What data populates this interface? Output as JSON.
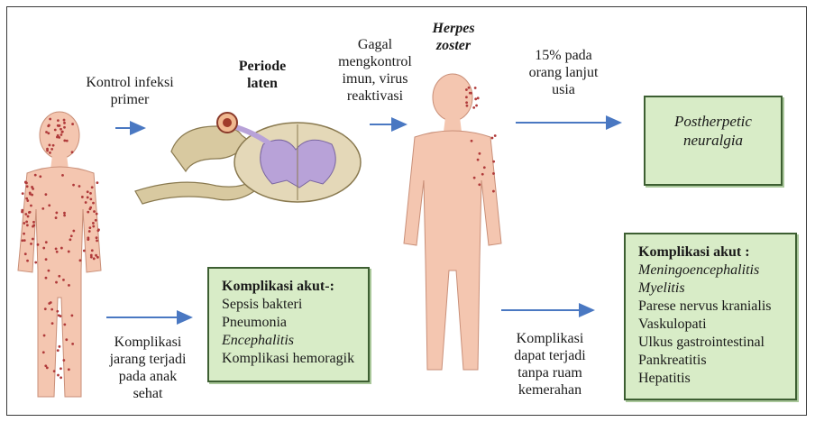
{
  "labels": {
    "primary_control": "Kontrol infeksi primer",
    "latent_period": "Periode laten",
    "reactivation": "Gagal mengkontrol imun, virus reaktivasi",
    "herpes_zoster": "Herpes zoster",
    "elderly": "15% pada orang lanjut usia",
    "rare_complications": "Komplikasi jarang terjadi pada anak sehat",
    "no_rash_complications": "Komplikasi dapat terjadi tanpa ruam kemerahan"
  },
  "boxes": {
    "postherpetic": "Postherpetic neuralgia",
    "primary_complications": {
      "title": "Komplikasi akut-:",
      "items": [
        "Sepsis bakteri",
        "Pneumonia",
        "Encephalitis",
        "Komplikasi hemoragik"
      ]
    },
    "zoster_complications": {
      "title": "Komplikasi akut :",
      "items": [
        "Meningoencephalitis",
        "Myelitis",
        "Parese nervus kranialis",
        "Vaskulopati",
        "Ulkus gastrointestinal",
        "Pankreatitis",
        "Hepatitis"
      ]
    }
  },
  "colors": {
    "box_fill": "#d8ecc7",
    "box_border": "#3d5f32",
    "arrow": "#4a78c2",
    "skin": "#f4c6b0",
    "rash": "#b03a3a",
    "nerve": "#d8c9a0",
    "spinal_gray": "#b8a2d8"
  }
}
